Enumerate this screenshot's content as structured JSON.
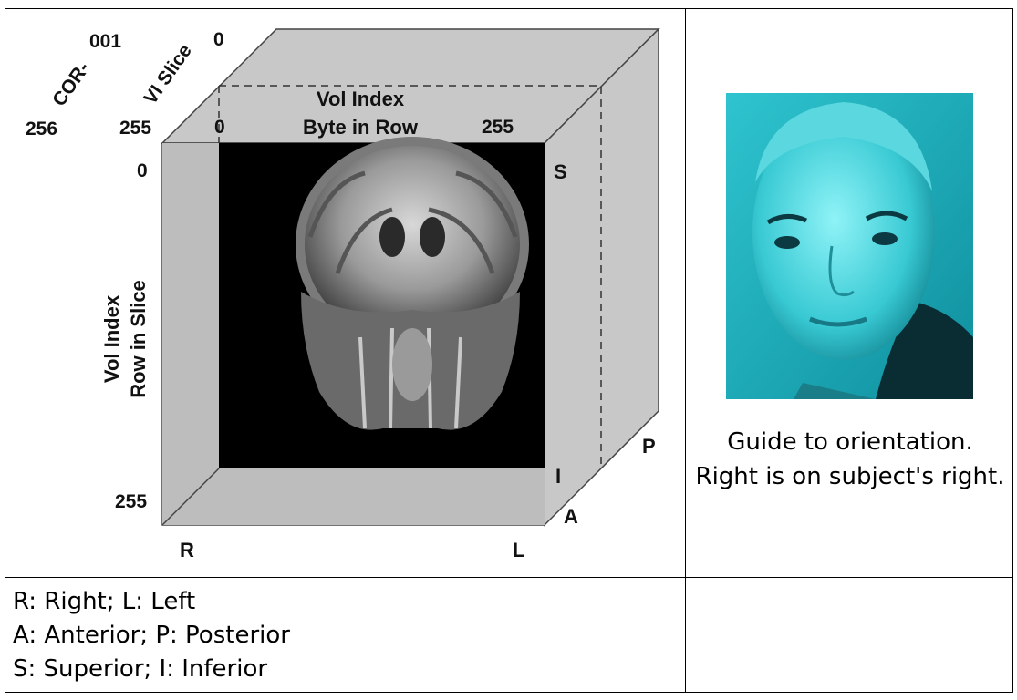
{
  "cube": {
    "cor_number": "001",
    "cor_label": "COR-",
    "vi_slice_label": "VI Slice",
    "vi_slice_start": "0",
    "cor_end": "256",
    "vi_slice_end": "255",
    "top_index_label": "Vol Index",
    "byte_in_row_label": "Byte in Row",
    "byte_start": "0",
    "byte_end": "255",
    "row_start": "0",
    "row_end": "255",
    "side_index_label": "Vol Index",
    "row_in_slice_label": "Row in Slice",
    "dir_superior": "S",
    "dir_inferior": "I",
    "dir_posterior": "P",
    "dir_anterior": "A",
    "dir_right": "R",
    "dir_left": "L"
  },
  "photo_caption": {
    "line1": "Guide to orientation.",
    "line2": "Right is on subject's right."
  },
  "legend": {
    "line1": "R: Right; L: Left",
    "line2": "A: Anterior; P: Posterior",
    "line3": "S: Superior; I: Inferior"
  },
  "colors": {
    "cube_face": "#c8c8c8",
    "scan_background": "#000000",
    "photo_tint": "#1fb5c4"
  }
}
